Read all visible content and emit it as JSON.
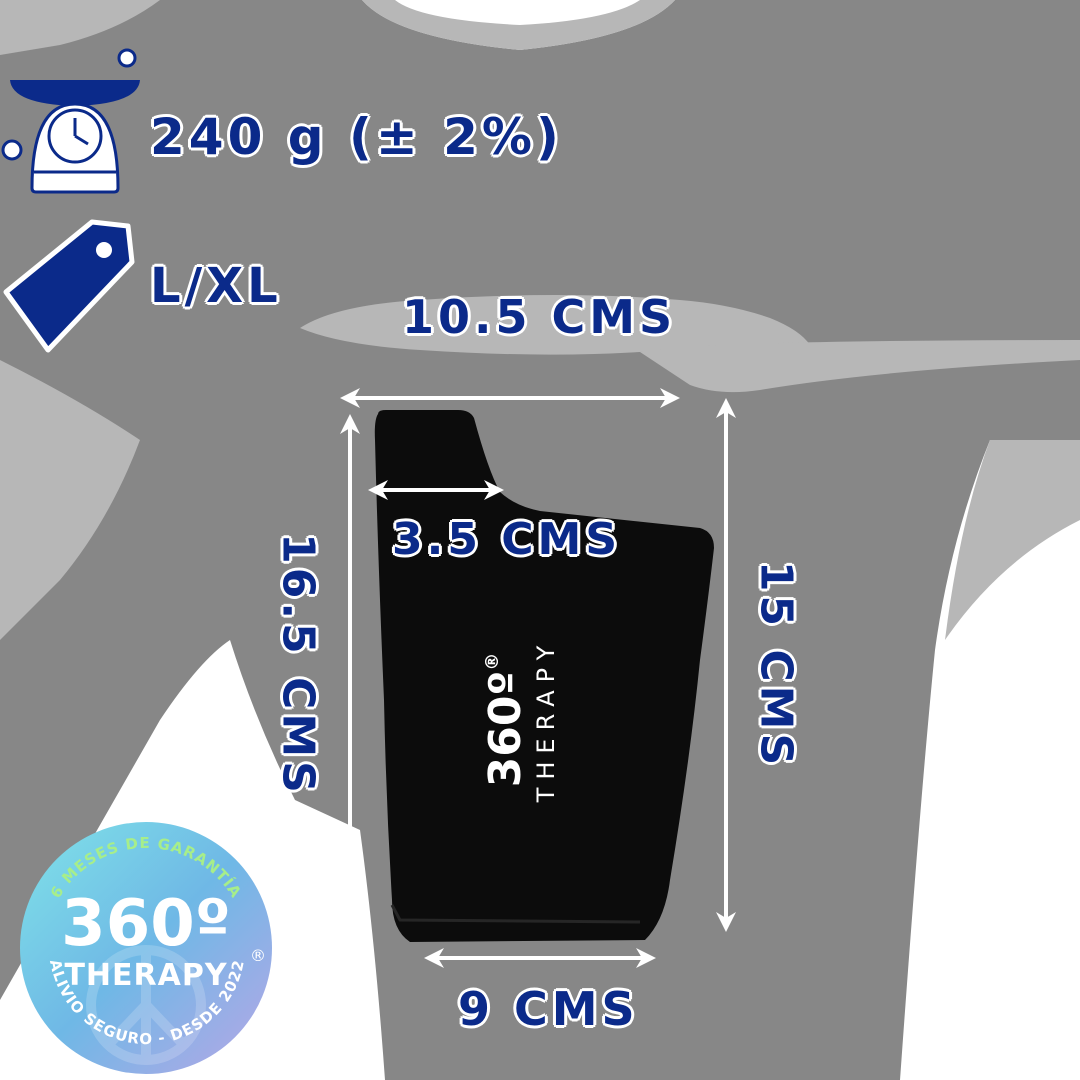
{
  "specs": {
    "weight": "240 g (± 2%)",
    "size": "L/XL"
  },
  "dimensions": {
    "top_width": "10.5 CMS",
    "neck_width": "3.5 CMS",
    "bottom_width": "9 CMS",
    "left_height": "16.5 CMS",
    "right_height": "15 CMS"
  },
  "product": {
    "brand_number": "360º",
    "registered": "®",
    "brand_word": "THERAPY"
  },
  "badge": {
    "top_arc_text": "6 MESES DE GARANTÍA",
    "number": "360º",
    "word": "THERAPY",
    "registered": "®",
    "bottom_arc_text": "ALIVIO SEGURO - DESDE 2022"
  },
  "icons": {
    "weight": "scale-icon",
    "size": "price-tag-icon"
  },
  "colors": {
    "label_text": "#0b2a8a",
    "label_outline": "#ffffff",
    "torso": "#878787",
    "background": "#ffffff",
    "product": "#0c0c0c",
    "arrows": "#ffffff"
  }
}
